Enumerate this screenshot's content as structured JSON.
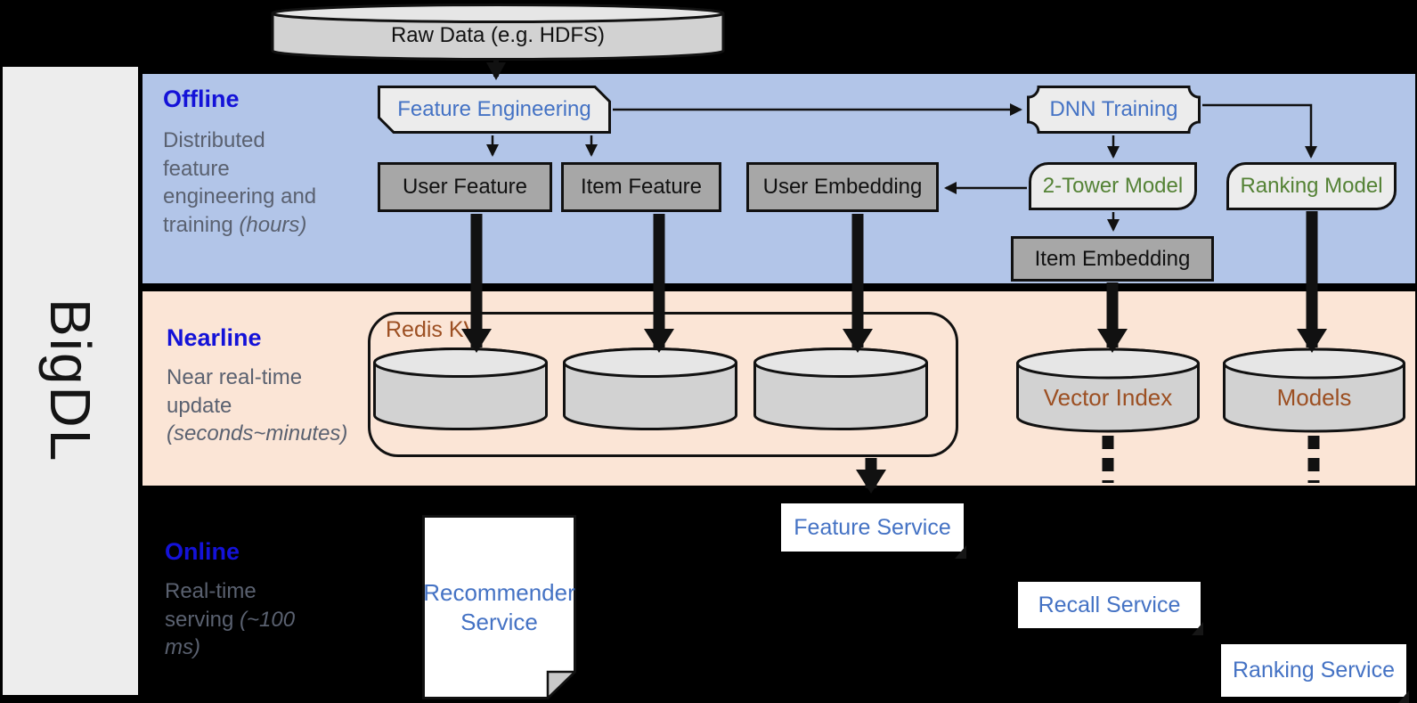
{
  "brand": {
    "logo": "BigDL"
  },
  "raw_data": {
    "label": "Raw Data (e.g. HDFS)"
  },
  "offline": {
    "title": "Offline",
    "description": "Distributed feature engineering and training",
    "description_italic": "(hours)",
    "nodes": {
      "feature_engineering": "Feature Engineering",
      "user_feature": "User Feature",
      "item_feature": "Item Feature",
      "user_embedding": "User Embedding",
      "dnn_training": "DNN Training",
      "two_tower_model": "2-Tower Model",
      "ranking_model": "Ranking Model",
      "item_embedding": "Item Embedding"
    }
  },
  "nearline": {
    "title": "Nearline",
    "description": "Near real-time update",
    "description_italic": "(seconds~minutes)",
    "nodes": {
      "redis_kv": "Redis KV",
      "vector_index": "Vector Index",
      "models": "Models"
    }
  },
  "online": {
    "title": "Online",
    "description": "Real-time serving",
    "description_italic": "(~100 ms)",
    "nodes": {
      "recommender_service": "Recommender Service",
      "feature_service": "Feature Service",
      "recall_service": "Recall Service",
      "ranking_service": "Ranking Service"
    }
  },
  "colors": {
    "offline_band": "#b2c5e8",
    "nearline_band": "#fbe5d6",
    "online_background": "#000000",
    "sidebar_bar": "#ededed",
    "gray_node": "#a7a7a7",
    "light_node": "#ececec",
    "cylinder_body": "#d2d2d2",
    "cylinder_top": "#e6e6e6",
    "heading_blue": "#1412d8",
    "description_gray": "#5a6170",
    "label_blue": "#4472c4",
    "label_green": "#548235",
    "label_brown": "#9c4f22",
    "service_white": "#ffffff"
  }
}
